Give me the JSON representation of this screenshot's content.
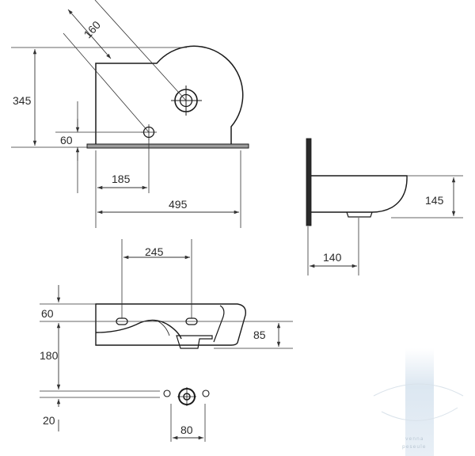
{
  "colors": {
    "line": "#1a1a1a",
    "dim_line": "#333333",
    "text": "#2a2a2a",
    "watermark": "#c9d8e6"
  },
  "top_view": {
    "dim_diag": "160",
    "dim_height": "345",
    "dim_hole": "60",
    "dim_offset": "185",
    "dim_width": "495"
  },
  "side_view": {
    "dim_height": "145",
    "dim_depth": "140"
  },
  "front_view": {
    "dim_spacing": "245",
    "dim_top": "60",
    "dim_bowl": "85",
    "dim_low": "180"
  },
  "bottom_view": {
    "dim_twenty": "20",
    "dim_eighty": "80"
  },
  "watermark": {
    "text_line1": "venna",
    "text_line2": "peseule"
  }
}
